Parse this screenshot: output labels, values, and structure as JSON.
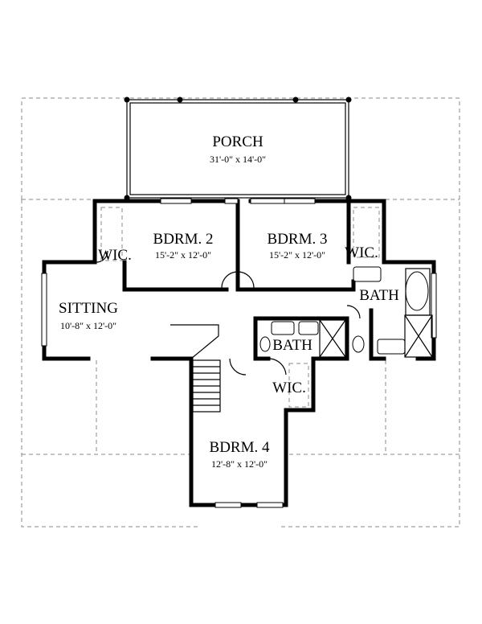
{
  "rooms": {
    "porch": {
      "name": "PORCH",
      "dims": "31'-0\" x 14'-0\""
    },
    "bdrm2": {
      "name": "BDRM. 2",
      "dims": "15'-2\" x 12'-0\""
    },
    "bdrm3": {
      "name": "BDRM. 3",
      "dims": "15'-2\" x 12'-0\""
    },
    "sitting": {
      "name": "SITTING",
      "dims": "10'-8\" x 12'-0\""
    },
    "bdrm4": {
      "name": "BDRM. 4",
      "dims": "12'-8\" x 12'-0\""
    },
    "wic_left": {
      "name": "WIC."
    },
    "wic_right": {
      "name": "WIC."
    },
    "wic_lower": {
      "name": "WIC."
    },
    "bath_master": {
      "name": "BATH"
    },
    "bath_hall": {
      "name": "BATH"
    }
  }
}
